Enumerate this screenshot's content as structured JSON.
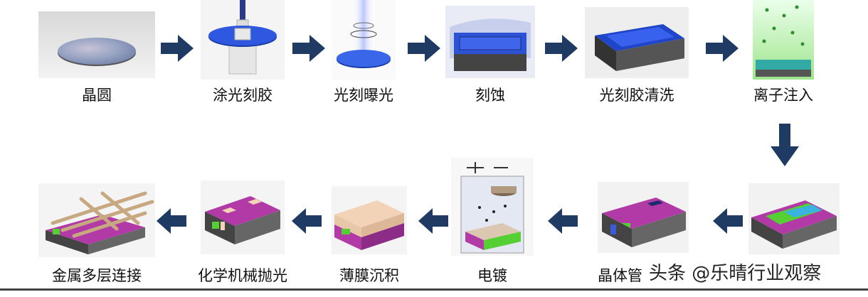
{
  "steps": [
    {
      "id": "wafer",
      "label": "晶圆"
    },
    {
      "id": "coat-photoresist",
      "label": "涂光刻胶"
    },
    {
      "id": "exposure",
      "label": "光刻曝光"
    },
    {
      "id": "etch",
      "label": "刻蚀"
    },
    {
      "id": "photoresist-clean",
      "label": "光刻胶清洗"
    },
    {
      "id": "ion-implant",
      "label": "离子注入"
    },
    {
      "id": "transistor",
      "label": "晶体管"
    },
    {
      "id": "plating",
      "label": "电镀"
    },
    {
      "id": "thin-film",
      "label": "薄膜沉积"
    },
    {
      "id": "cmp",
      "label": "化学机械抛光"
    },
    {
      "id": "metal-interconnect",
      "label": "金属多层连接"
    }
  ],
  "watermark": "头条 @乐晴行业观察",
  "colors": {
    "arrow": "#1f3b63",
    "blue": "#2a4fd0",
    "magenta": "#b13aa6",
    "green": "#5fcf3a"
  }
}
